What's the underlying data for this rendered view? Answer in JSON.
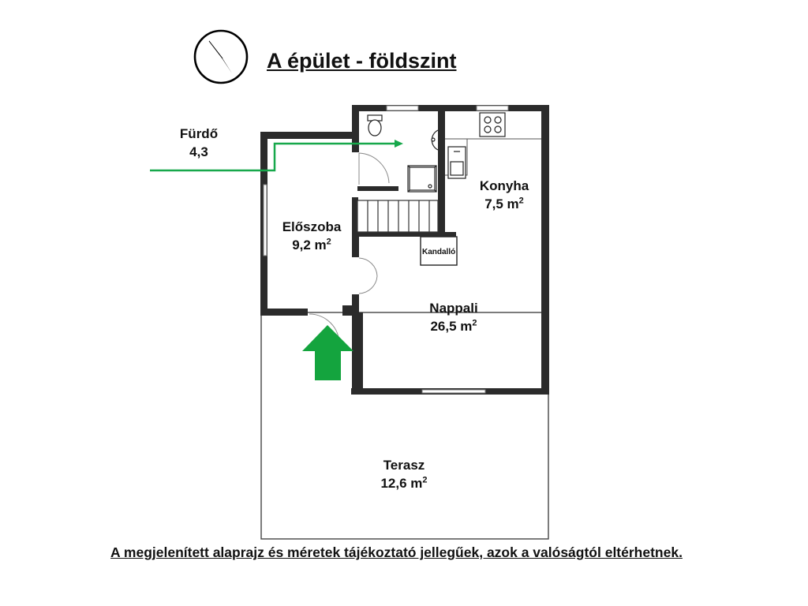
{
  "title": "A épület - földszint",
  "footer_note": "A megjelenített alaprajz és méretek tájékoztató jellegűek, azok a valóságtól eltérhetnek.",
  "compass": {
    "icon": "compass-needle-icon"
  },
  "rooms": {
    "furdo": {
      "name": "Fürdő",
      "area": "4,3"
    },
    "konyha": {
      "name": "Konyha",
      "area": "7,5 m",
      "unit_sup": "2"
    },
    "eloszoba": {
      "name": "Előszoba",
      "area": "9,2 m",
      "unit_sup": "2"
    },
    "nappali": {
      "name": "Nappali",
      "area": "26,5 m",
      "unit_sup": "2"
    },
    "terasz": {
      "name": "Terasz",
      "area": "12,6 m",
      "unit_sup": "2"
    }
  },
  "fixtures": {
    "fireplace_label": "Kandalló"
  },
  "colors": {
    "wall": "#2b2b2b",
    "pointer_green": "#17a84b",
    "entrance_arrow": "#14a43e",
    "outline": "#444444"
  }
}
